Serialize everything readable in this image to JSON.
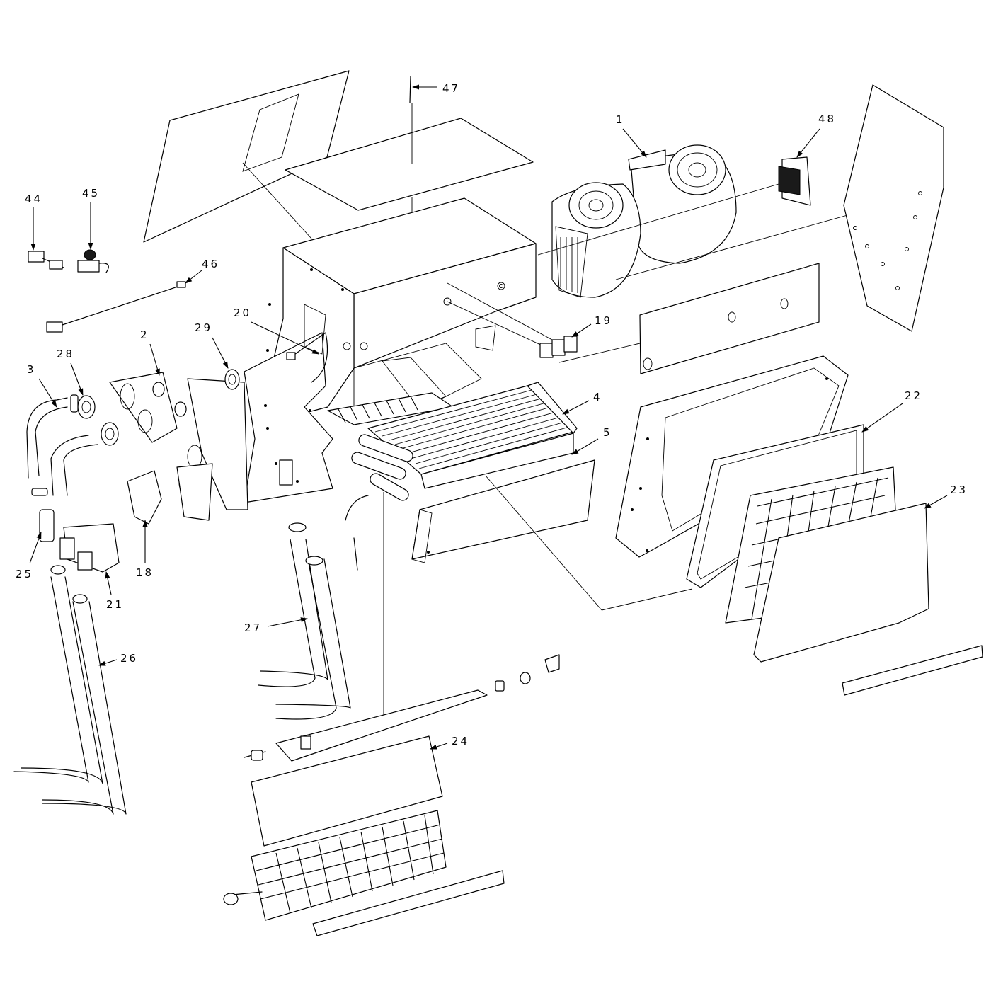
{
  "callouts": [
    {
      "id": "1",
      "label": "1"
    },
    {
      "id": "2",
      "label": "2"
    },
    {
      "id": "3",
      "label": "3"
    },
    {
      "id": "4",
      "label": "4"
    },
    {
      "id": "5",
      "label": "5"
    },
    {
      "id": "18",
      "label": "18"
    },
    {
      "id": "19",
      "label": "19"
    },
    {
      "id": "20",
      "label": "20"
    },
    {
      "id": "21",
      "label": "21"
    },
    {
      "id": "22",
      "label": "22"
    },
    {
      "id": "23",
      "label": "23"
    },
    {
      "id": "24",
      "label": "24"
    },
    {
      "id": "25",
      "label": "25"
    },
    {
      "id": "26",
      "label": "26"
    },
    {
      "id": "27",
      "label": "27"
    },
    {
      "id": "28",
      "label": "28"
    },
    {
      "id": "29",
      "label": "29"
    },
    {
      "id": "44",
      "label": "44"
    },
    {
      "id": "45",
      "label": "45"
    },
    {
      "id": "46",
      "label": "46"
    },
    {
      "id": "47",
      "label": "47"
    },
    {
      "id": "48",
      "label": "48"
    }
  ],
  "colors": {
    "line": "#000000",
    "background": "#ffffff"
  }
}
